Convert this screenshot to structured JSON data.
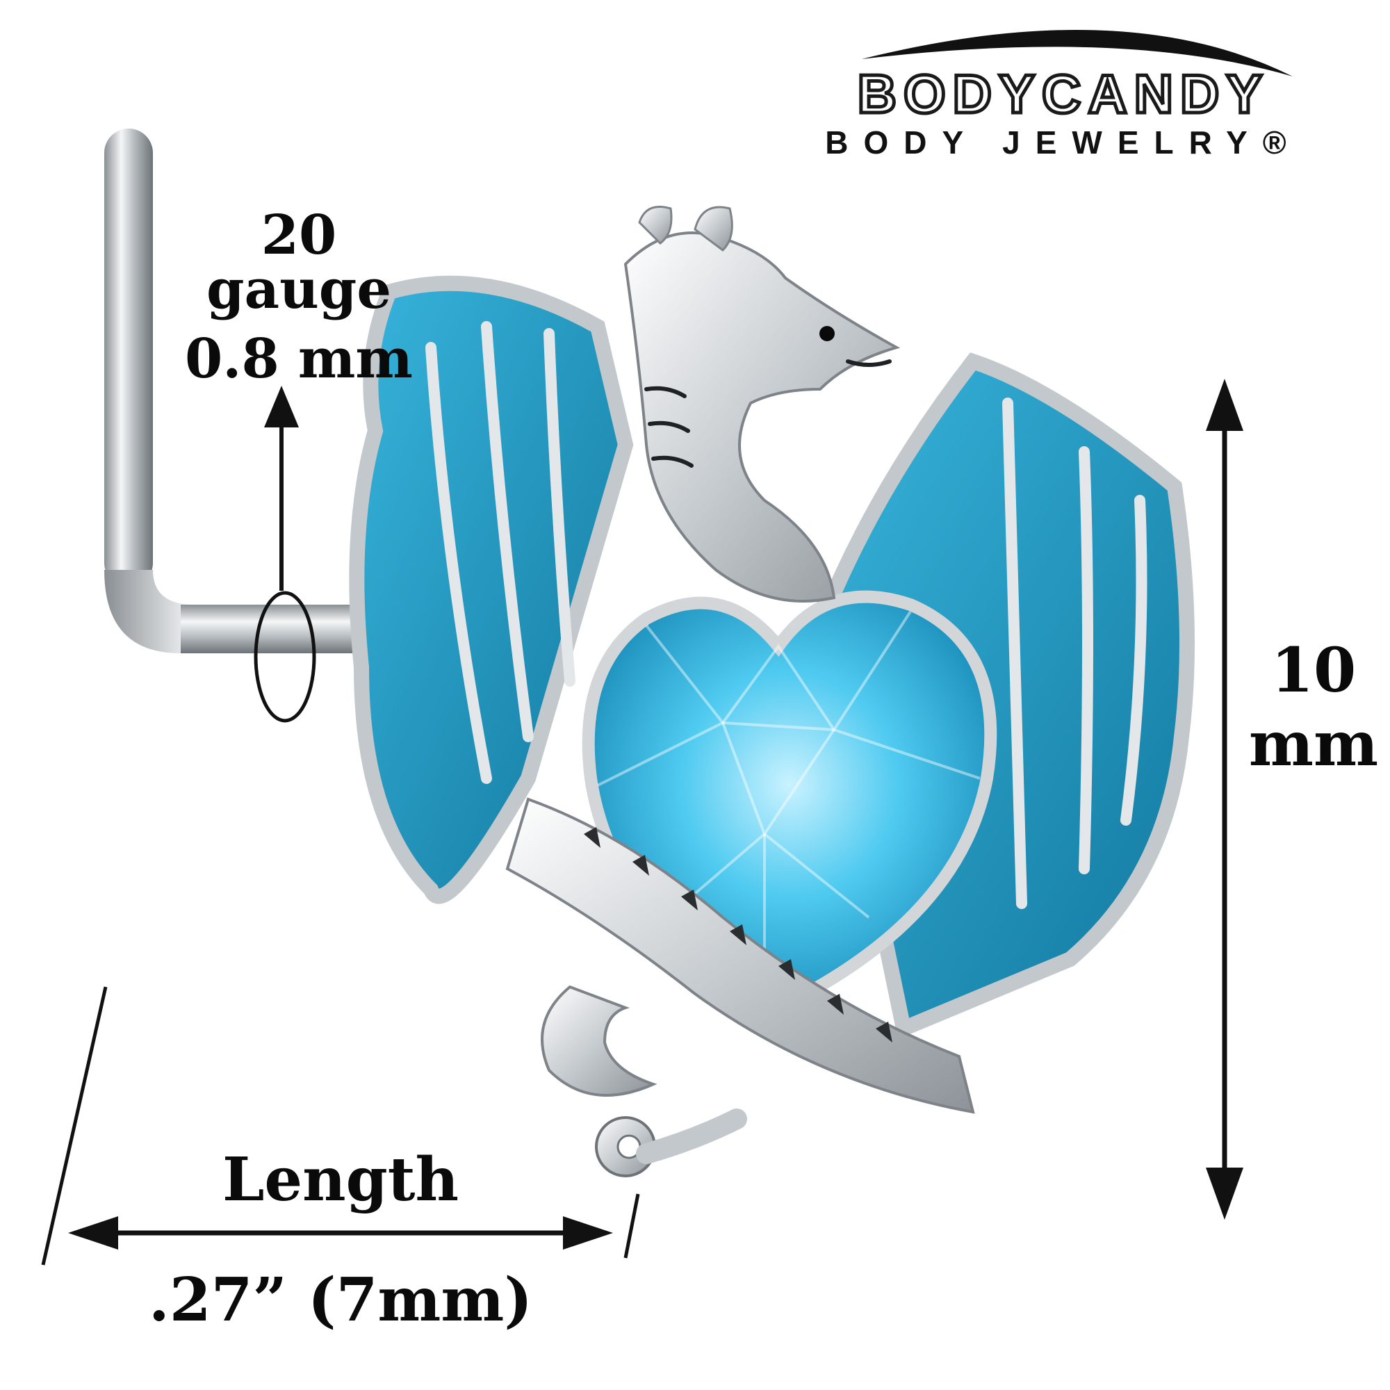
{
  "brand": {
    "name": "BODYCANDY",
    "tagline": "BODY JEWELRY®"
  },
  "dimensions": {
    "gauge_line1": "20 gauge",
    "gauge_line2": "0.8 mm",
    "height_value": "10",
    "height_unit": "mm",
    "length_label": "Length",
    "length_value": ".27” (7mm)"
  },
  "colors": {
    "gem": "#3fc2ec",
    "wing": "#1f9fc6",
    "metal": "#d6dadd",
    "ink": "#0a0a0a"
  }
}
